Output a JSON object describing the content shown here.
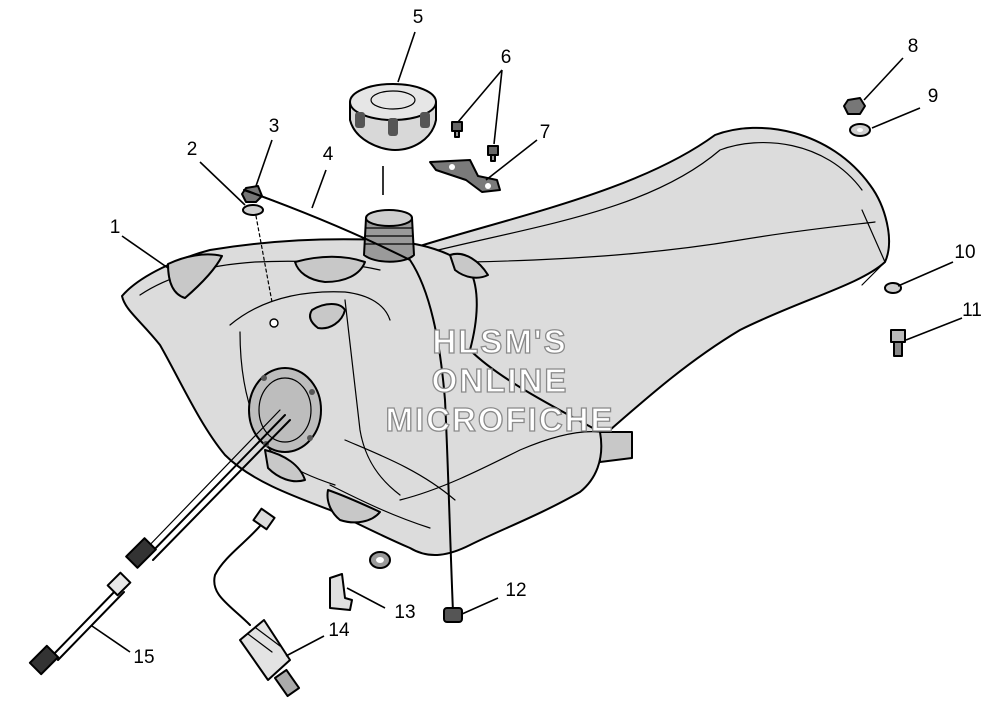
{
  "diagram": {
    "callouts": [
      {
        "label": "1"
      },
      {
        "label": "2"
      },
      {
        "label": "3"
      },
      {
        "label": "4"
      },
      {
        "label": "5"
      },
      {
        "label": "6"
      },
      {
        "label": "7"
      },
      {
        "label": "8"
      },
      {
        "label": "9"
      },
      {
        "label": "10"
      },
      {
        "label": "11"
      },
      {
        "label": "12"
      },
      {
        "label": "13"
      },
      {
        "label": "14"
      },
      {
        "label": "15"
      }
    ],
    "watermark": {
      "line1": "HLSM'S",
      "line2": "ONLINE",
      "line3": "MICROFICHE"
    }
  }
}
